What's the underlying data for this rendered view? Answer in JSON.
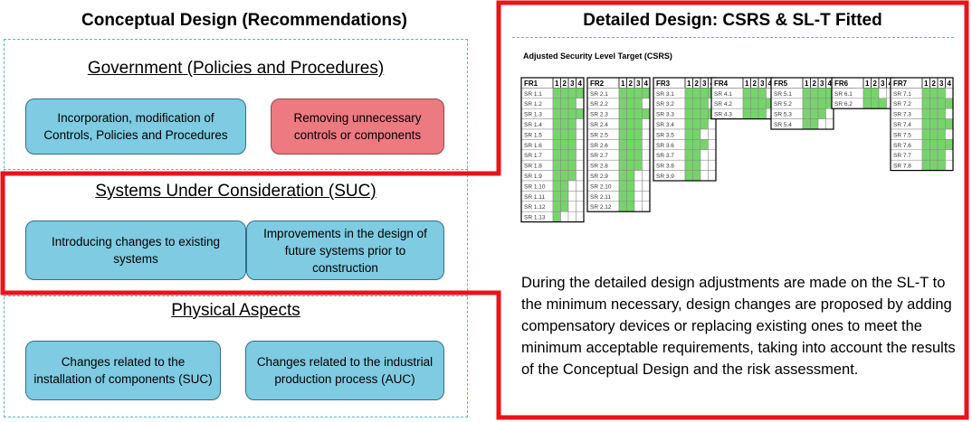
{
  "left": {
    "title": "Conceptual Design (Recommendations)",
    "sections": [
      {
        "heading": "Government (Policies and Procedures)",
        "boxes": [
          "Incorporation, modification of Controls, Policies and Procedures",
          "Removing unnecessary controls or components"
        ]
      },
      {
        "heading": "Systems Under Consideration (SUC)",
        "boxes": [
          "Introducing changes to existing systems",
          "Improvements in the design of future systems prior to construction"
        ]
      },
      {
        "heading": "Physical Aspects",
        "boxes": [
          "Changes related to the installation of components (SUC)",
          "Changes related to the industrial production process (AUC)"
        ]
      }
    ]
  },
  "right": {
    "title": "Detailed Design: CSRS & SL-T Fitted",
    "table_caption": "Adjusted Security Level Target (CSRS)",
    "level_headers": [
      "1",
      "2",
      "3",
      "4"
    ],
    "fr_tables": [
      {
        "name": "FR1",
        "rows": [
          {
            "sr": "SR 1.1",
            "fill": [
              1,
              1,
              1,
              1
            ]
          },
          {
            "sr": "SR 1.2",
            "fill": [
              1,
              1,
              1,
              0
            ]
          },
          {
            "sr": "SR 1.3",
            "fill": [
              1,
              1,
              1,
              1
            ]
          },
          {
            "sr": "SR 1.4",
            "fill": [
              1,
              1,
              1,
              0
            ]
          },
          {
            "sr": "SR 1.5",
            "fill": [
              1,
              1,
              1,
              0
            ]
          },
          {
            "sr": "SR 1.6",
            "fill": [
              1,
              1,
              1,
              0
            ]
          },
          {
            "sr": "SR 1.7",
            "fill": [
              1,
              1,
              1,
              0
            ]
          },
          {
            "sr": "SR 1.8",
            "fill": [
              1,
              1,
              1,
              0
            ]
          },
          {
            "sr": "SR 1.9",
            "fill": [
              1,
              1,
              1,
              0
            ]
          },
          {
            "sr": "SR 1.10",
            "fill": [
              1,
              1,
              0,
              0
            ]
          },
          {
            "sr": "SR 1.11",
            "fill": [
              1,
              1,
              0,
              0
            ]
          },
          {
            "sr": "SR 1.12",
            "fill": [
              1,
              1,
              0,
              0
            ]
          },
          {
            "sr": "SR 1.13",
            "fill": [
              1,
              0,
              0,
              0
            ]
          }
        ]
      },
      {
        "name": "FR2",
        "rows": [
          {
            "sr": "SR 2.1",
            "fill": [
              1,
              1,
              1,
              1
            ]
          },
          {
            "sr": "SR 2.2",
            "fill": [
              1,
              1,
              1,
              0
            ]
          },
          {
            "sr": "SR 2.3",
            "fill": [
              1,
              1,
              1,
              1
            ]
          },
          {
            "sr": "SR 2.4",
            "fill": [
              1,
              1,
              1,
              0
            ]
          },
          {
            "sr": "SR 2.5",
            "fill": [
              1,
              1,
              1,
              0
            ]
          },
          {
            "sr": "SR 2.6",
            "fill": [
              1,
              1,
              1,
              0
            ]
          },
          {
            "sr": "SR 2.7",
            "fill": [
              1,
              1,
              1,
              0
            ]
          },
          {
            "sr": "SR 2.8",
            "fill": [
              1,
              1,
              1,
              0
            ]
          },
          {
            "sr": "SR 2.9",
            "fill": [
              1,
              1,
              0,
              0
            ]
          },
          {
            "sr": "SR 2.10",
            "fill": [
              1,
              1,
              0,
              0
            ]
          },
          {
            "sr": "SR 2.11",
            "fill": [
              1,
              1,
              0,
              0
            ]
          },
          {
            "sr": "SR 2.12",
            "fill": [
              1,
              1,
              0,
              0
            ]
          }
        ]
      },
      {
        "name": "FR3",
        "rows": [
          {
            "sr": "SR 3.1",
            "fill": [
              1,
              1,
              1,
              1
            ]
          },
          {
            "sr": "SR 3.2",
            "fill": [
              1,
              1,
              1,
              0
            ]
          },
          {
            "sr": "SR 3.3",
            "fill": [
              1,
              1,
              1,
              1
            ]
          },
          {
            "sr": "SR 3.4",
            "fill": [
              1,
              1,
              1,
              0
            ]
          },
          {
            "sr": "SR 3.5",
            "fill": [
              1,
              1,
              0,
              0
            ]
          },
          {
            "sr": "SR 3.6",
            "fill": [
              1,
              1,
              1,
              0
            ]
          },
          {
            "sr": "SR 3.7",
            "fill": [
              1,
              1,
              0,
              0
            ]
          },
          {
            "sr": "SR 3.8",
            "fill": [
              1,
              1,
              0,
              0
            ]
          },
          {
            "sr": "SR 3.9",
            "fill": [
              1,
              1,
              0,
              0
            ]
          }
        ]
      },
      {
        "name": "FR4",
        "rows": [
          {
            "sr": "SR 4.1",
            "fill": [
              1,
              1,
              1,
              0
            ]
          },
          {
            "sr": "SR 4.2",
            "fill": [
              1,
              1,
              1,
              1
            ]
          },
          {
            "sr": "SR 4.3",
            "fill": [
              1,
              1,
              1,
              0
            ]
          }
        ]
      },
      {
        "name": "FR5",
        "rows": [
          {
            "sr": "SR 5.1",
            "fill": [
              1,
              1,
              1,
              1
            ]
          },
          {
            "sr": "SR 5.2",
            "fill": [
              1,
              1,
              1,
              1
            ]
          },
          {
            "sr": "SR 5.3",
            "fill": [
              1,
              1,
              1,
              0
            ]
          },
          {
            "sr": "SR 5.4",
            "fill": [
              1,
              1,
              0,
              0
            ]
          }
        ]
      },
      {
        "name": "FR6",
        "rows": [
          {
            "sr": "SR 6.1",
            "fill": [
              1,
              1,
              0,
              0
            ]
          },
          {
            "sr": "SR 6.2",
            "fill": [
              1,
              1,
              1,
              0
            ]
          }
        ]
      },
      {
        "name": "FR7",
        "rows": [
          {
            "sr": "SR 7.1",
            "fill": [
              1,
              1,
              1,
              0
            ]
          },
          {
            "sr": "SR 7.2",
            "fill": [
              1,
              1,
              1,
              1
            ]
          },
          {
            "sr": "SR 7.3",
            "fill": [
              1,
              1,
              1,
              0
            ]
          },
          {
            "sr": "SR 7.4",
            "fill": [
              1,
              1,
              1,
              1
            ]
          },
          {
            "sr": "SR 7.5",
            "fill": [
              1,
              1,
              1,
              0
            ]
          },
          {
            "sr": "SR 7.6",
            "fill": [
              1,
              1,
              1,
              1
            ]
          },
          {
            "sr": "SR 7.7",
            "fill": [
              1,
              1,
              1,
              0
            ]
          },
          {
            "sr": "SR 7.8",
            "fill": [
              1,
              1,
              1,
              0
            ]
          }
        ]
      }
    ],
    "paragraph": "During the detailed design adjustments are made on the SL-T to the minimum necessary, design changes are proposed by adding compensatory devices or replacing existing ones to meet the minimum acceptable requirements, taking into account the results of the Conceptual Design and the risk assessment."
  },
  "colors": {
    "box_blue": "#7ecbe2",
    "box_red": "#ec7a80",
    "dashed_border": "#57b7c8",
    "highlight_red": "#e8141a",
    "cell_green": "#77d46c"
  }
}
